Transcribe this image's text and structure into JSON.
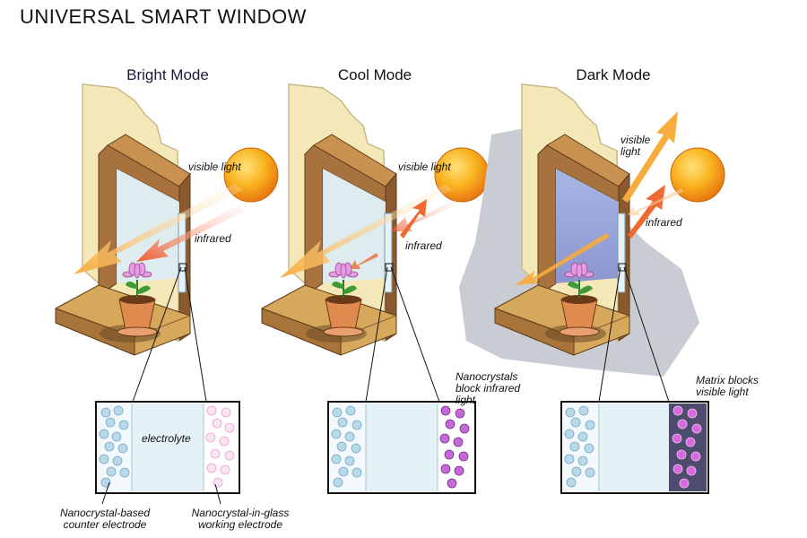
{
  "title": "UNIVERSAL SMART WINDOW",
  "modes": [
    {
      "name": "Bright Mode",
      "visible_label": "visible light",
      "infrared_label": "infrared",
      "middle_label": "electrolyte",
      "left_caption": "Nanocrystal-based counter electrode",
      "right_caption": "Nanocrystal-in-glass working electrode"
    },
    {
      "name": "Cool Mode",
      "visible_label": "visible light",
      "infrared_label": "infrared",
      "note": "Nanocrystals block infrared light"
    },
    {
      "name": "Dark Mode",
      "visible_label": "visible light",
      "infrared_label": "infrared",
      "note": "Matrix blocks visible light"
    }
  ],
  "colors": {
    "wall": "#f5e8b8",
    "frame": "#b07a45",
    "sill": "#d6a85c",
    "glass_clear": "#dcecf5",
    "glass_dark": "#9ea8d8",
    "sun": "#f7a21b",
    "visible_arrow": "#f8b34a",
    "infrared_arrow": "#ee6a30",
    "nanocrystal": "#b7d9ea",
    "nanocrystal_pink": "#f2b9de",
    "nanocrystal_purple": "#c46ad6",
    "matrix_dark": "#4c4d6e"
  }
}
